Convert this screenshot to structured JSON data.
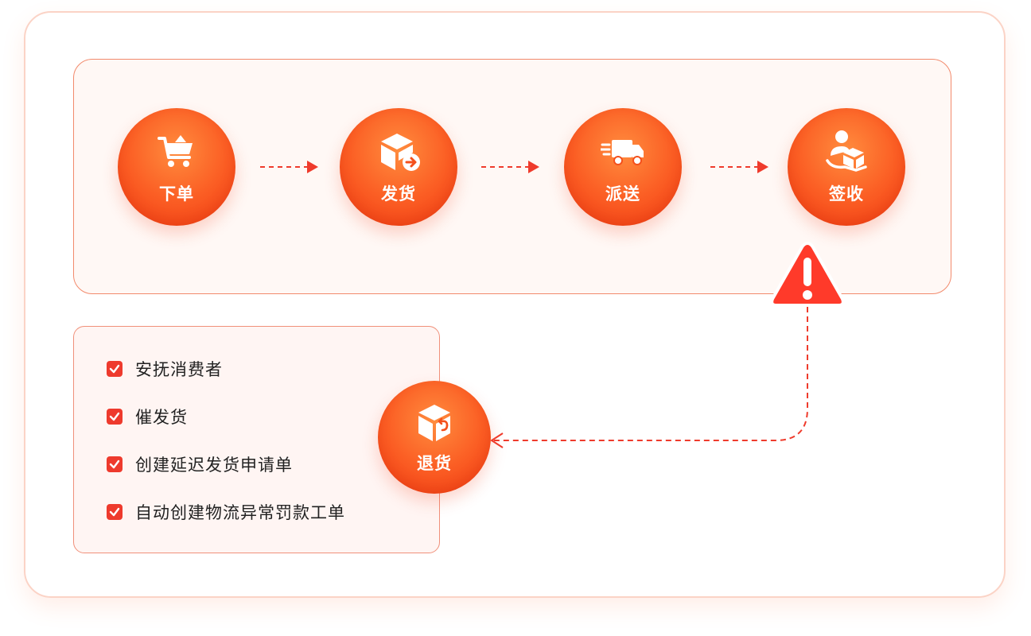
{
  "stages": [
    {
      "label": "下单",
      "icon": "shopping-cart-icon"
    },
    {
      "label": "发货",
      "icon": "box-ship-icon"
    },
    {
      "label": "派送",
      "icon": "delivery-truck-icon"
    },
    {
      "label": "签收",
      "icon": "person-receive-package-icon"
    }
  ],
  "exception": {
    "icon": "warning-triangle-icon"
  },
  "return_stage": {
    "label": "退货",
    "icon": "box-return-icon"
  },
  "tasks": [
    {
      "label": "安抚消费者"
    },
    {
      "label": "催发货"
    },
    {
      "label": "创建延迟发货申请单"
    },
    {
      "label": "自动创建物流异常罚款工单"
    }
  ],
  "colors": {
    "accent": "#fb5e24",
    "alert": "#ff3a2a",
    "connector": "#ef3b2c",
    "check": "#ee3a2d",
    "panel_border": "#f28a6c"
  }
}
